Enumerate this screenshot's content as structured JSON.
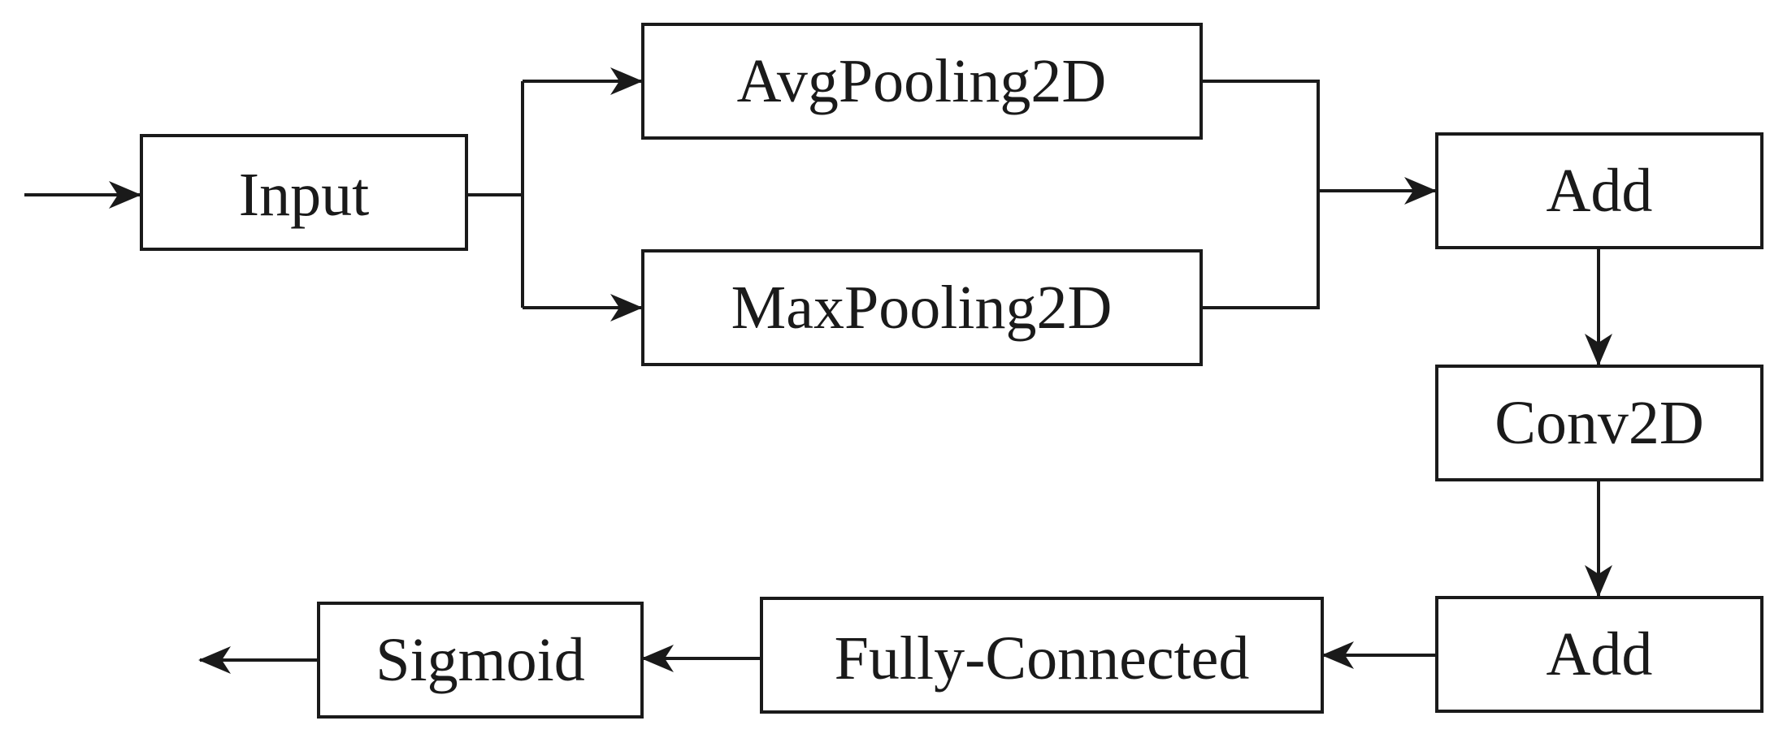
{
  "diagram": {
    "nodes": {
      "input": "Input",
      "avgpool": "AvgPooling2D",
      "maxpool": "MaxPooling2D",
      "add1": "Add",
      "conv": "Conv2D",
      "add2": "Add",
      "fc": "Fully-Connected",
      "sigmoid": "Sigmoid"
    },
    "edges": [
      [
        "(external input)",
        "Input"
      ],
      [
        "Input",
        "AvgPooling2D"
      ],
      [
        "Input",
        "MaxPooling2D"
      ],
      [
        "AvgPooling2D",
        "Add"
      ],
      [
        "MaxPooling2D",
        "Add"
      ],
      [
        "Add",
        "Conv2D"
      ],
      [
        "Conv2D",
        "Add"
      ],
      [
        "Add",
        "Fully-Connected"
      ],
      [
        "Fully-Connected",
        "Sigmoid"
      ],
      [
        "Sigmoid",
        "(output)"
      ]
    ],
    "colors": {
      "stroke": "#1a1a1a",
      "fill": "#ffffff"
    }
  }
}
